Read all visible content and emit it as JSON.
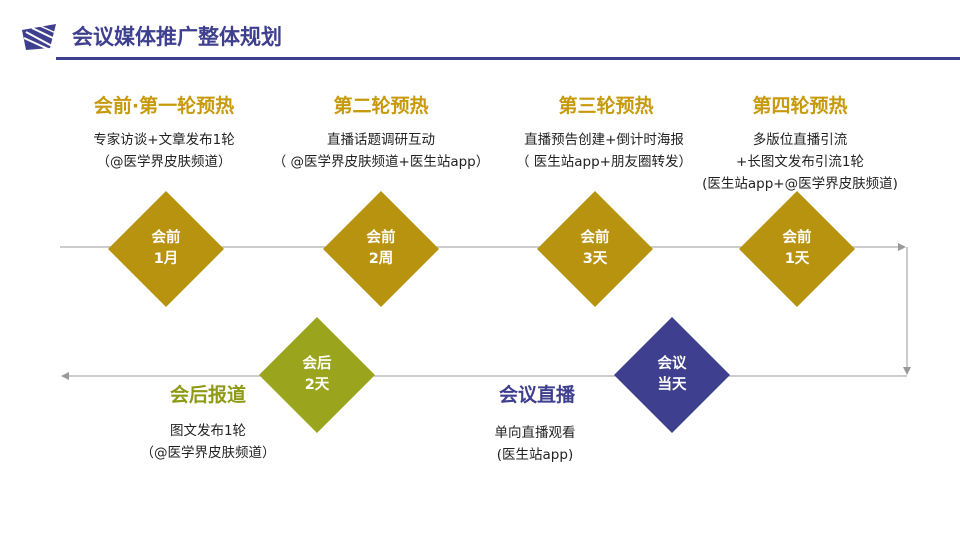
{
  "header": {
    "title": "会议媒体推广整体规划"
  },
  "colors": {
    "primary": "#3f3f8f",
    "gold": "#b8930f",
    "olive": "#9aa41c",
    "navy": "#3f3f8f",
    "timeline": "#999999",
    "stage_title_gold": "#c79a0d",
    "stage_title_olive": "#8e9a14",
    "stage_title_navy": "#3f3f8f"
  },
  "stages": [
    {
      "title": "会前·第一轮预热",
      "node": [
        "会前",
        "1月"
      ],
      "desc": [
        "专家访谈+文章发布1轮",
        "（@医学界皮肤频道）"
      ]
    },
    {
      "title": "第二轮预热",
      "node": [
        "会前",
        "2周"
      ],
      "desc": [
        "直播话题调研互动",
        "（ @医学界皮肤频道+医生站app）"
      ]
    },
    {
      "title": "第三轮预热",
      "node": [
        "会前",
        "3天"
      ],
      "desc": [
        "直播预告创建+倒计时海报",
        "（  医生站app+朋友圈转发）"
      ]
    },
    {
      "title": "第四轮预热",
      "node": [
        "会前",
        "1天"
      ],
      "desc": [
        "多版位直播引流",
        "+长图文发布引流1轮",
        "(医生站app+@医学界皮肤频道)"
      ]
    },
    {
      "title": "会议直播",
      "node": [
        "会议",
        "当天"
      ],
      "desc": [
        "单向直播观看",
        "(医生站app)"
      ]
    },
    {
      "title": "会后报道",
      "node": [
        "会后",
        "2天"
      ],
      "desc": [
        "图文发布1轮",
        "（@医学界皮肤频道）"
      ]
    }
  ]
}
